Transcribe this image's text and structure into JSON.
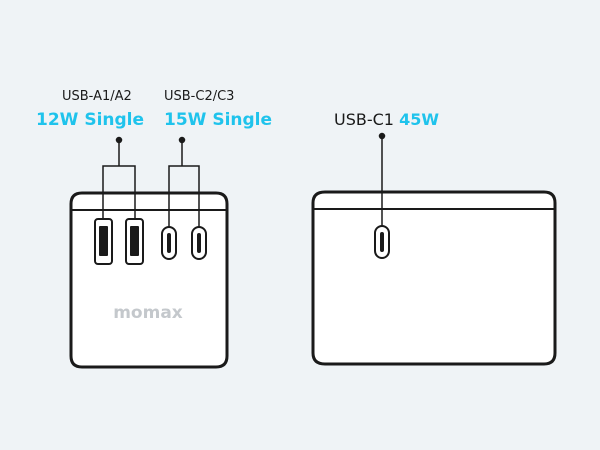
{
  "left_charger": {
    "group_a": {
      "port_name": "USB-A1/A2",
      "power": "12W Single"
    },
    "group_c": {
      "port_name": "USB-C2/C3",
      "power": "15W Single"
    },
    "brand_logo_text": "momax"
  },
  "right_charger": {
    "port_name": "USB-C1",
    "power": "45W"
  },
  "colors": {
    "background": "#eff3f6",
    "accent": "#1fc3ec",
    "outline": "#1a1a1a",
    "body_fill": "#ffffff",
    "logo": "#c4c8cc"
  }
}
